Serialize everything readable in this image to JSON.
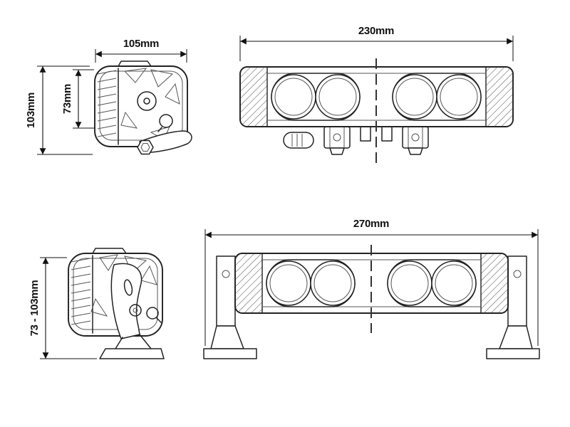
{
  "page": {
    "background": "#ffffff",
    "line_color": "#1f1f1f"
  },
  "diagram": {
    "type": "technical-dimension-drawing",
    "subject": "LED light bar with mounting brackets - four orthographic views with dimensions",
    "views": {
      "side_top": {
        "width": "105mm",
        "overall_height": "103mm",
        "body_height": "73mm"
      },
      "front_top": {
        "width": "230mm"
      },
      "side_bottom": {
        "height_range": "73 - 103mm"
      },
      "front_bottom": {
        "width": "270mm"
      }
    }
  }
}
